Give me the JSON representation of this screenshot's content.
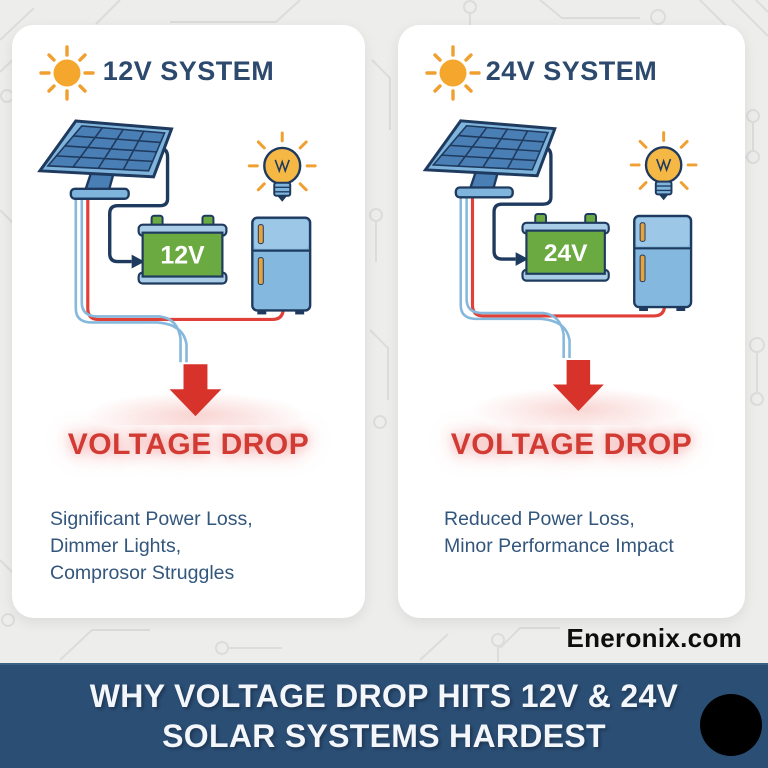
{
  "page": {
    "background": "#ededeb"
  },
  "brand": {
    "site": "Eneronix.com"
  },
  "banner": {
    "line1": "WHY VOLTAGE DROP HITS 12V & 24V",
    "line2": "SOLAR SYSTEMS HARDEST",
    "background": "#2b4e75"
  },
  "cards": [
    {
      "title": "12V SYSTEM",
      "battery_label": "12V",
      "drop_label": "VOLTAGE DROP",
      "desc_line1": "Significant Power Loss,",
      "desc_line2": "Dimmer Lights,",
      "desc_line3": "Comprosor Struggles"
    },
    {
      "title": "24V SYSTEM",
      "battery_label": "24V",
      "drop_label": "VOLTAGE DROP",
      "desc_line1": "Reduced Power Loss,",
      "desc_line2": "Minor Performance Impact"
    }
  ],
  "icons": {
    "sun": "sun-icon",
    "solar_panel": "solar-panel-icon",
    "light_bulb": "light-bulb-icon",
    "battery": "battery-icon",
    "refrigerator": "refrigerator-icon",
    "down_arrow": "down-arrow-icon",
    "black_dot": "black-dot"
  },
  "colors": {
    "navy_text": "#2d4a6e",
    "desc_text": "#33567d",
    "accent_red": "#d23b33",
    "arrow_red": "#d7332a",
    "wire_red": "#e04038",
    "wire_blue": "#85b8dc",
    "wire_navy": "#1f3a5f",
    "battery_green": "#6aaa41",
    "battery_cap_blue": "#a9cde6",
    "fridge_blue": "#84b8de",
    "sun_orange": "#f5a62c",
    "bulb_yellow": "#f6b844",
    "handle_orange": "#e8a33d",
    "banner_bg": "#2b4e75",
    "card_bg": "#ffffff",
    "page_bg": "#ededeb"
  }
}
